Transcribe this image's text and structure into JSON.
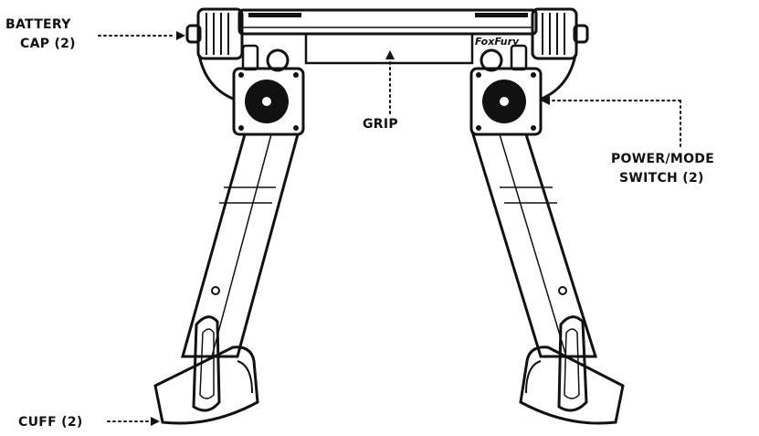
{
  "diagram": {
    "subject": "FoxFury handheld light, front view",
    "brand_text": "FoxFury",
    "labels": {
      "battery_cap": [
        "BATTERY",
        "CAP (2)"
      ],
      "grip": "GRIP",
      "power_mode_switch": [
        "POWER/MODE",
        "SWITCH (2)"
      ],
      "cuff": "CUFF (2)"
    },
    "colors": {
      "ink": "#111111",
      "background": "#ffffff"
    }
  }
}
